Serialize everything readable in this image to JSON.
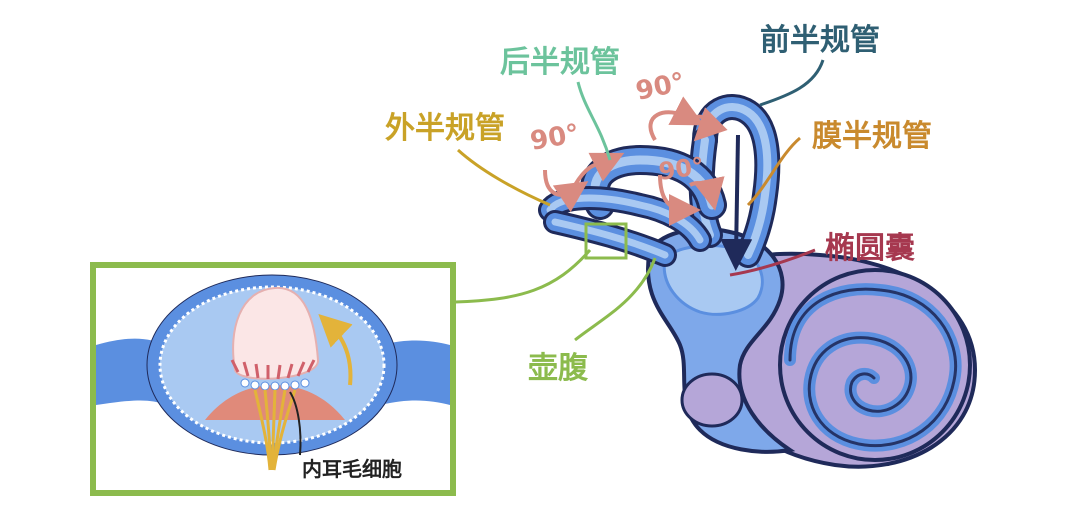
{
  "labels": {
    "anterior": "前半规管",
    "posterior": "后半规管",
    "lateral": "外半规管",
    "membranous": "膜半规管",
    "utricle": "椭圆囊",
    "ampulla": "壶腹",
    "hair_cells": "内耳毛细胞"
  },
  "angles": {
    "a1": "90°",
    "a2": "90°",
    "a3": "90°"
  },
  "colors": {
    "anterior": "#2f5f73",
    "posterior": "#6cc39c",
    "lateral": "#c9a227",
    "membranous": "#c98a2e",
    "utricle": "#a6384f",
    "ampulla": "#8cbb4d",
    "hair_cells": "#222222",
    "angle_arrows": "#d98a80",
    "inset_frame": "#8cbb4d",
    "outer_blue": "#5b8fe0",
    "inner_blue": "#a9c9f2",
    "cochlea_purple": "#b5a6d8",
    "outline_dark": "#1f2a5a"
  }
}
